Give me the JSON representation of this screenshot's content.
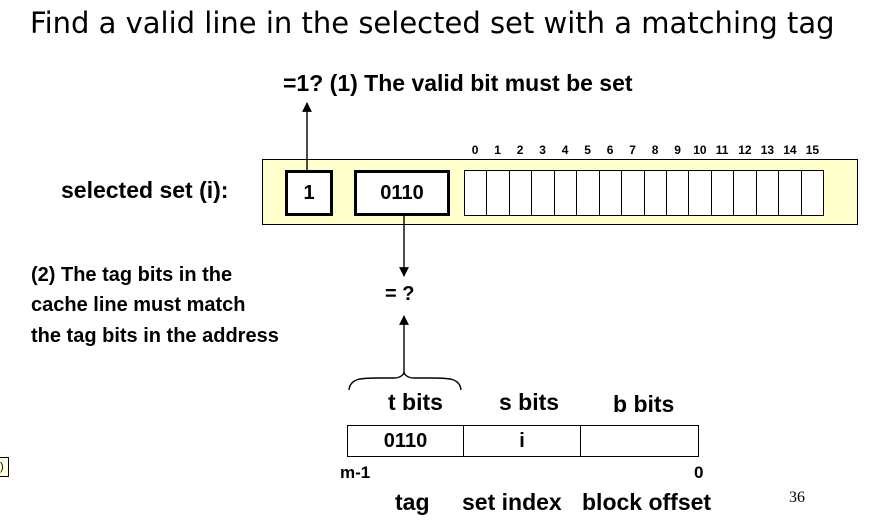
{
  "title": "Find a valid line in the selected set with a matching tag",
  "valid_check": "=1?  (1) The valid bit must be set",
  "selected_set_label": "selected set (i):",
  "valid_bit_value": "1",
  "tag_value": "0110",
  "block_indices": [
    "0",
    "1",
    "2",
    "3",
    "4",
    "5",
    "6",
    "7",
    "8",
    "9",
    "10",
    "11",
    "12",
    "13",
    "14",
    "15"
  ],
  "tag_note": [
    "(2) The tag bits in the",
    "cache line must match",
    "the tag bits in the address"
  ],
  "compare_label": "= ?",
  "address": {
    "field_headers": [
      "t bits",
      "s bits",
      "b bits"
    ],
    "tag_value": "0110",
    "set_index_value": "i",
    "high_bit": "m-1",
    "low_bit": "0",
    "field_names": [
      "tag",
      "set index",
      "block offset"
    ]
  },
  "page_number": "36",
  "edge_fragment": "\\)"
}
